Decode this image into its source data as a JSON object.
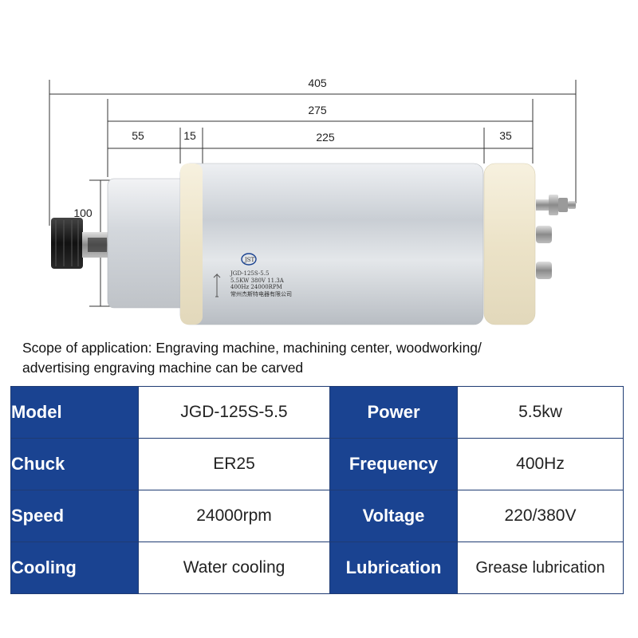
{
  "dimensions": {
    "overall": "405",
    "body": "275",
    "nose": "55",
    "gap": "15",
    "main": "225",
    "rear": "35",
    "diameter": "100"
  },
  "motor_label": {
    "logo": "JST",
    "model": "JGD-125S-5.5",
    "specs_line1": "5.5KW   380V    11.3A",
    "specs_line2": "400Hz    24000RPM",
    "maker": "常州杰斯特电器有限公司"
  },
  "scope": {
    "line1": "Scope of application: Engraving machine, machining center, woodworking/",
    "line2": "advertising engraving machine can be carved"
  },
  "specs": [
    {
      "k1": "Model",
      "v1": "JGD-125S-5.5",
      "k2": "Power",
      "v2": "5.5kw"
    },
    {
      "k1": "Chuck",
      "v1": "ER25",
      "k2": "Frequency",
      "v2": "400Hz"
    },
    {
      "k1": "Speed",
      "v1": "24000rpm",
      "k2": "Voltage",
      "v2": "220/380V"
    },
    {
      "k1": "Cooling",
      "v1": "Water cooling",
      "k2": "Lubrication",
      "v2": "Grease lubrication"
    }
  ],
  "colors": {
    "header_blue": "#1a4391",
    "body_silver": "#d9dde2",
    "collar_cream": "#f3ecd6"
  }
}
